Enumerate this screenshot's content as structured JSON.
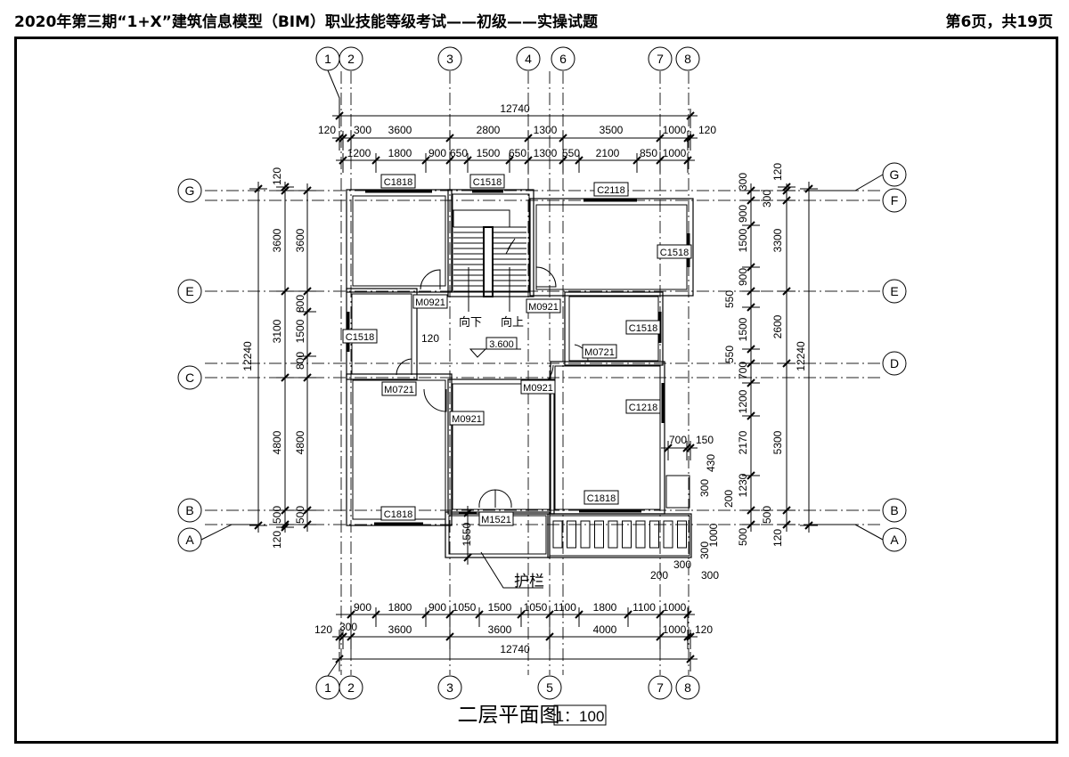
{
  "header": {
    "title": "2020年第三期“1+X”建筑信息模型（BIM）职业技能等级考试——初级——实操试题",
    "page": "第6页，共19页"
  },
  "axes": {
    "top": [
      "1",
      "2",
      "3",
      "4",
      "6",
      "7",
      "8"
    ],
    "bottom": [
      "1",
      "2",
      "3",
      "5",
      "7",
      "8"
    ],
    "left": [
      "G",
      "E",
      "C",
      "B",
      "A"
    ],
    "right": [
      "G",
      "F",
      "E",
      "D",
      "B",
      "A"
    ]
  },
  "dims": {
    "top_total": "12740",
    "top_row2": [
      "120",
      "300",
      "3600",
      "2800",
      "1300",
      "3500",
      "1000",
      "120"
    ],
    "top_row3": [
      "1200",
      "1800",
      "900",
      "650",
      "1500",
      "650",
      "1300",
      "550",
      "2100",
      "850",
      "1000"
    ],
    "bottom_row1": [
      "900",
      "1800",
      "900",
      "1050",
      "1500",
      "1050",
      "1100",
      "1800",
      "1100",
      "1000"
    ],
    "bottom_row2": [
      "120",
      "300",
      "3600",
      "3600",
      "4000",
      "1000",
      "120"
    ],
    "bottom_total": "12740",
    "left_total": "12240",
    "left_mid": [
      "120",
      "3600",
      "3100",
      "4800",
      "500",
      "120"
    ],
    "left_inner": [
      "3600",
      "800",
      "1500",
      "800",
      "4800",
      "500"
    ],
    "right_inner": [
      "300",
      "900",
      "1500",
      "900",
      "550",
      "1500",
      "550",
      "700",
      "1200",
      "2170",
      "1230",
      "500"
    ],
    "right_mid": [
      "120",
      "300",
      "3300",
      "2600",
      "5300",
      "500",
      "120"
    ],
    "right_total": "12240",
    "misc": [
      "700",
      "150",
      "430",
      "300",
      "200",
      "300",
      "1000",
      "200",
      "300",
      "300",
      "1550",
      "120"
    ]
  },
  "openings": [
    "C1818",
    "C1518",
    "C2118",
    "C1518",
    "C1518",
    "C1518",
    "C1218",
    "C1818",
    "C1818",
    "M0921",
    "M0921",
    "M0721",
    "M0921",
    "M0921",
    "M0721",
    "M1521"
  ],
  "notes": {
    "down": "向下",
    "up": "向上",
    "elevation": "3.600",
    "railing": "护栏"
  },
  "title": {
    "name": "二层平面图",
    "scale": "1：100"
  },
  "colors": {
    "line": "#000000",
    "axis_label": "#b8860b",
    "stair_down": "#c0504d",
    "stair_up": "#1f4e9a"
  }
}
